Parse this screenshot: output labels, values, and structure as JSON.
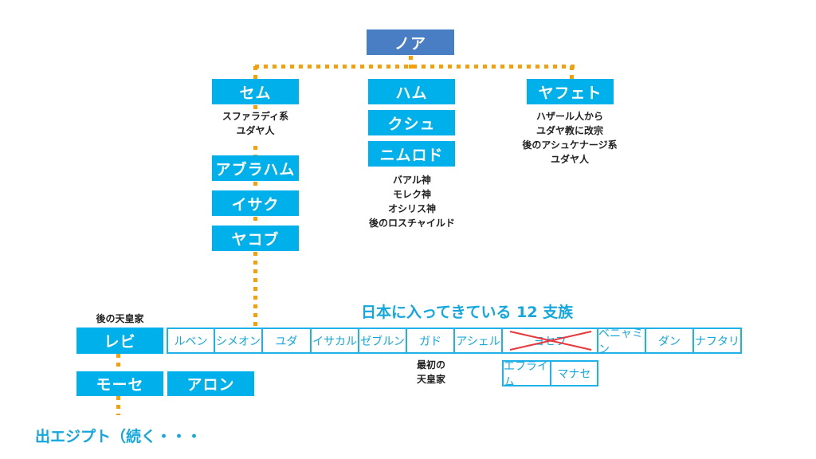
{
  "root": {
    "label": "ノア"
  },
  "sons": [
    {
      "label": "セム",
      "note": [
        "スファラディ系",
        "ユダヤ人"
      ]
    },
    {
      "label": "ハム"
    },
    {
      "label": "ヤフェト",
      "note": [
        "ハザール人から",
        "ユダヤ教に改宗",
        "後のアシュケナージ系",
        "ユダヤ人"
      ]
    }
  ],
  "ham_line": [
    {
      "label": "クシュ"
    },
    {
      "label": "ニムロド",
      "note": [
        "バアル神",
        "モレク神",
        "オシリス神",
        "後のロスチャイルド"
      ]
    }
  ],
  "shem_line": [
    {
      "label": "アブラハム"
    },
    {
      "label": "イサク"
    },
    {
      "label": "ヤコブ"
    }
  ],
  "tribes_heading": "日本に入ってきている 12 支族",
  "levi": {
    "label": "レビ",
    "note": "後の天皇家"
  },
  "tribes": [
    {
      "label": "ルベン"
    },
    {
      "label": "シメオン"
    },
    {
      "label": "ユダ"
    },
    {
      "label": "イサカル"
    },
    {
      "label": "ゼブルン"
    },
    {
      "label": "ガド",
      "note": [
        "最初の",
        "天皇家"
      ]
    },
    {
      "label": "アシェル"
    },
    {
      "label": "ヨセフ",
      "crossed_out": true
    },
    {
      "label": "ベニャミン"
    },
    {
      "label": "ダン"
    },
    {
      "label": "ナフタリ"
    }
  ],
  "joseph_sons": [
    {
      "label": "エフライム"
    },
    {
      "label": "マナセ"
    }
  ],
  "levi_line": [
    {
      "label": "モーセ"
    },
    {
      "label": "アロン"
    }
  ],
  "footer": "出エジプト（続く・・・",
  "colors": {
    "box": "#00b0ea",
    "root_box": "#4a7ec4",
    "connector": "#f5a00a",
    "cross": "#e8383d",
    "tribe_text": "#12a7df"
  }
}
